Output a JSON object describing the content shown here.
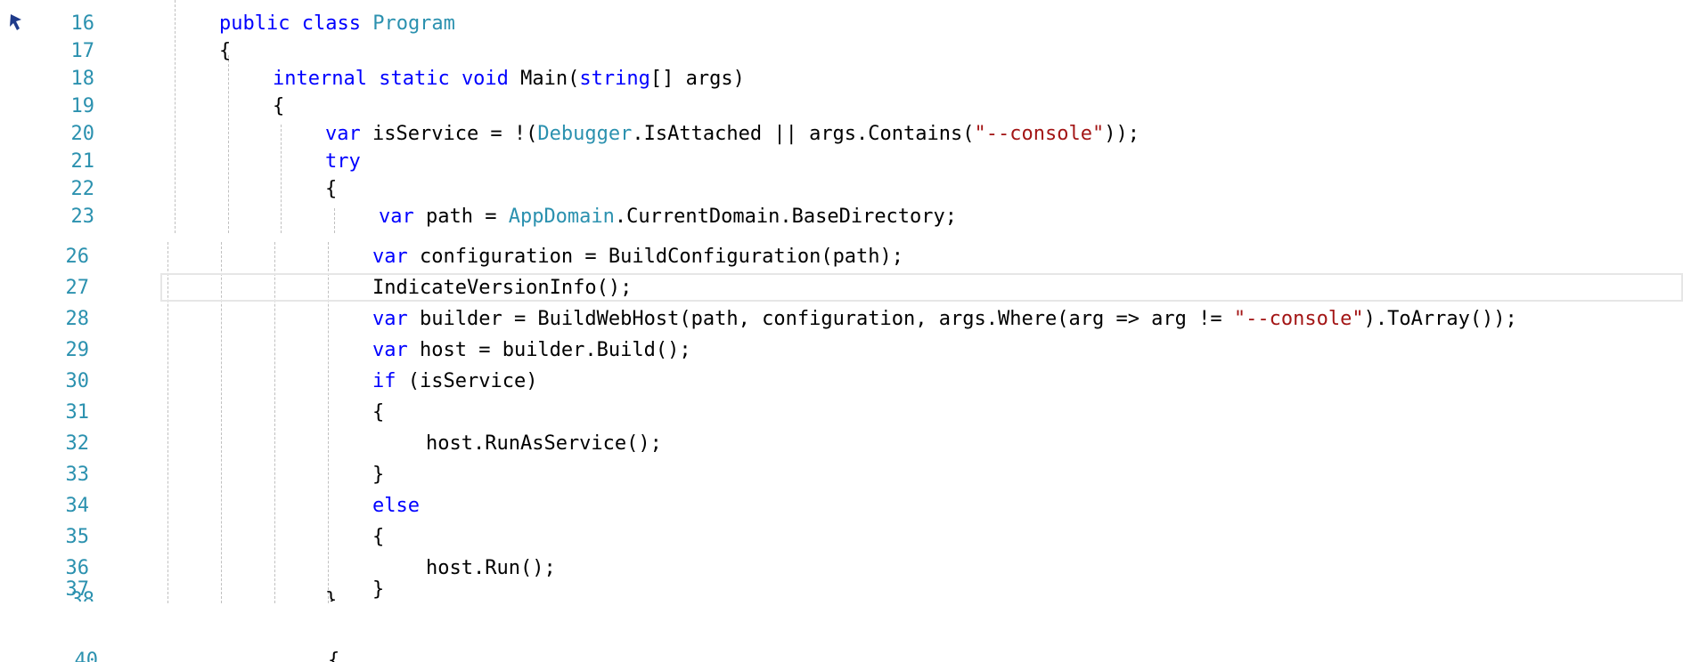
{
  "editor": {
    "gutter_icon": "pin-icon",
    "lines_a": [
      {
        "n": "16",
        "tokens": [
          {
            "t": "public ",
            "c": "kw"
          },
          {
            "t": "class ",
            "c": "kw"
          },
          {
            "t": "Program",
            "c": "ty"
          }
        ]
      },
      {
        "n": "17",
        "tokens": [
          {
            "t": "{",
            "c": ""
          }
        ]
      },
      {
        "n": "18",
        "tokens": [
          {
            "t": "internal ",
            "c": "kw"
          },
          {
            "t": "static ",
            "c": "kw"
          },
          {
            "t": "void ",
            "c": "kw"
          },
          {
            "t": "Main(",
            "c": ""
          },
          {
            "t": "string",
            "c": "kw"
          },
          {
            "t": "[] args)",
            "c": ""
          }
        ]
      },
      {
        "n": "19",
        "tokens": [
          {
            "t": "{",
            "c": ""
          }
        ]
      },
      {
        "n": "20",
        "tokens": [
          {
            "t": "var ",
            "c": "kw"
          },
          {
            "t": "isService = !(",
            "c": ""
          },
          {
            "t": "Debugger",
            "c": "ty"
          },
          {
            "t": ".IsAttached || args.Contains(",
            "c": ""
          },
          {
            "t": "\"--console\"",
            "c": "st"
          },
          {
            "t": "));",
            "c": ""
          }
        ]
      },
      {
        "n": "21",
        "tokens": [
          {
            "t": "try",
            "c": "kw"
          }
        ]
      },
      {
        "n": "22",
        "tokens": [
          {
            "t": "{",
            "c": ""
          }
        ]
      },
      {
        "n": "23",
        "tokens": [
          {
            "t": "var ",
            "c": "kw"
          },
          {
            "t": "path = ",
            "c": ""
          },
          {
            "t": "AppDomain",
            "c": "ty"
          },
          {
            "t": ".CurrentDomain.BaseDirectory;",
            "c": ""
          }
        ]
      }
    ],
    "lines_b": [
      {
        "n": "26",
        "tokens": [
          {
            "t": "var ",
            "c": "kw"
          },
          {
            "t": "configuration = BuildConfiguration(path);",
            "c": ""
          }
        ]
      },
      {
        "n": "27",
        "tokens": [
          {
            "t": "IndicateVersionInfo();",
            "c": ""
          }
        ]
      },
      {
        "n": "28",
        "tokens": [
          {
            "t": "var ",
            "c": "kw"
          },
          {
            "t": "builder = BuildWebHost(path, configuration, args.Where(arg => arg != ",
            "c": ""
          },
          {
            "t": "\"--console\"",
            "c": "st"
          },
          {
            "t": ").ToArray());",
            "c": ""
          }
        ]
      },
      {
        "n": "29",
        "tokens": [
          {
            "t": "var ",
            "c": "kw"
          },
          {
            "t": "host = builder.Build();",
            "c": ""
          }
        ]
      },
      {
        "n": "30",
        "tokens": [
          {
            "t": "if ",
            "c": "kw"
          },
          {
            "t": "(isService)",
            "c": ""
          }
        ]
      },
      {
        "n": "31",
        "tokens": [
          {
            "t": "{",
            "c": ""
          }
        ]
      },
      {
        "n": "32",
        "tokens": [
          {
            "t": "host.RunAsService();",
            "c": ""
          }
        ]
      },
      {
        "n": "33",
        "tokens": [
          {
            "t": "}",
            "c": ""
          }
        ]
      },
      {
        "n": "34",
        "tokens": [
          {
            "t": "else",
            "c": "kw"
          }
        ]
      },
      {
        "n": "35",
        "tokens": [
          {
            "t": "{",
            "c": ""
          }
        ]
      },
      {
        "n": "36",
        "tokens": [
          {
            "t": "host.Run();",
            "c": ""
          }
        ]
      },
      {
        "n": "37",
        "tokens": [
          {
            "t": "}",
            "c": ""
          }
        ]
      }
    ]
  }
}
